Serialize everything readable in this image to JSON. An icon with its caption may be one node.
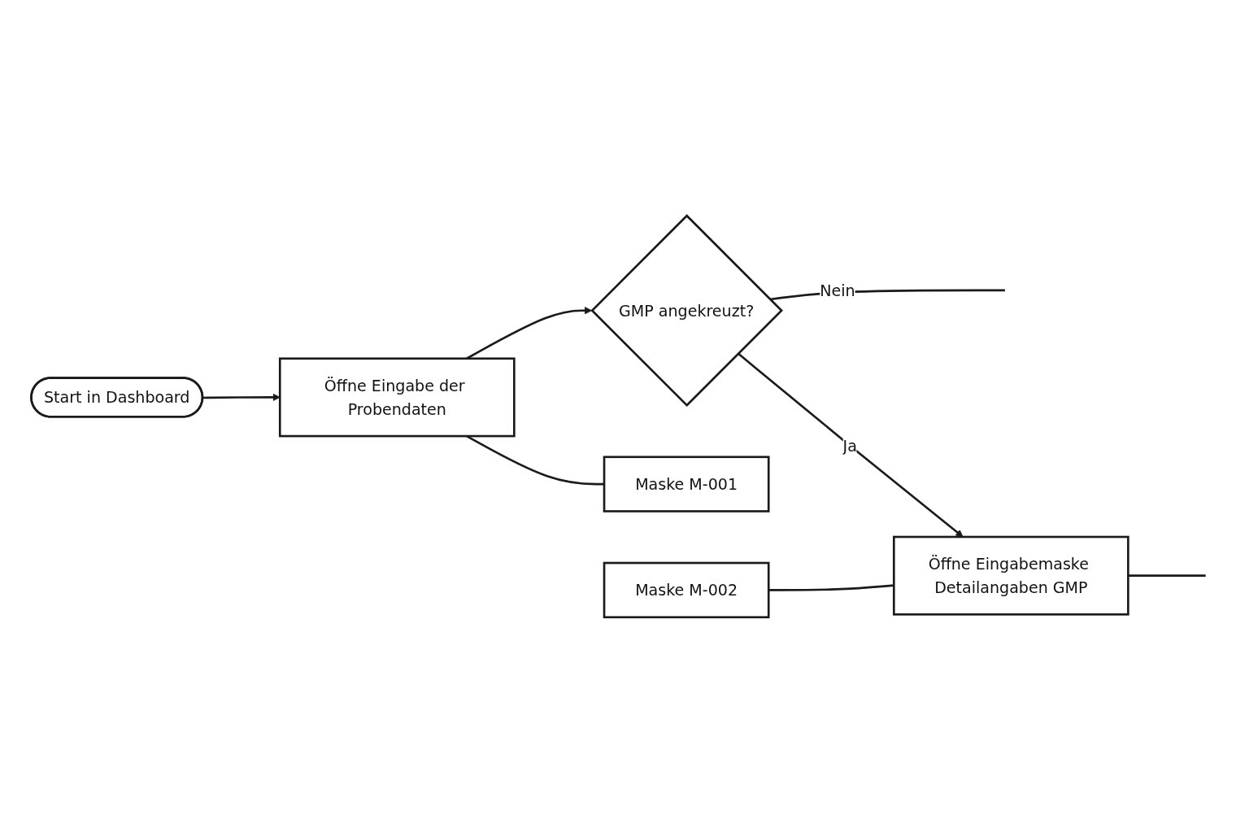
{
  "diagram": {
    "nodes": [
      {
        "text": [
          "Start in Dashboard"
        ]
      },
      {
        "text": [
          "Öffne Eingabe der Probendaten"
        ]
      },
      {
        "text": [
          "GMP angekreuzt?"
        ]
      },
      {
        "text": [
          "Maske M-001"
        ]
      },
      {
        "text": [
          "Maske M-002"
        ]
      },
      {
        "text": [
          "Öffne Eingabemaske Detailangaben GMP"
        ]
      }
    ],
    "edges": [
      {
        "from": 0,
        "to": 1,
        "arrow": "to"
      },
      {
        "from": 1,
        "to": 2,
        "arrow": "to"
      },
      {
        "from": 1,
        "to": 3,
        "arrow": "none"
      },
      {
        "from": 2,
        "to": null,
        "arrow": "none",
        "label": "Nein"
      },
      {
        "from": 2,
        "to": 5,
        "arrow": "to",
        "label": "Ja"
      },
      {
        "from": 4,
        "to": 5,
        "arrow": "none"
      },
      {
        "from": 5,
        "to": null,
        "arrow": "none"
      }
    ]
  }
}
